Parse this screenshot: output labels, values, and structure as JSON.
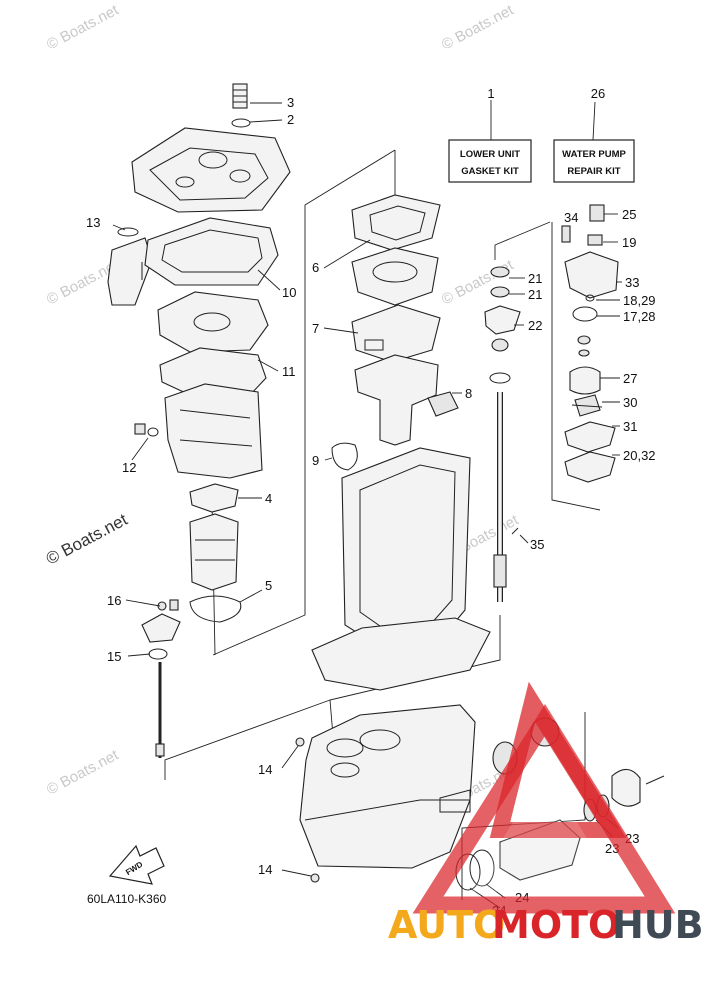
{
  "watermarks": {
    "site": "© Boats.net"
  },
  "kits": {
    "kit1_label_line1": "LOWER UNIT",
    "kit1_label_line2": "GASKET KIT",
    "kit2_label_line1": "WATER PUMP",
    "kit2_label_line2": "REPAIR KIT"
  },
  "callouts": {
    "c1": "1",
    "c2": "2",
    "c3": "3",
    "c4": "4",
    "c5": "5",
    "c6": "6",
    "c7": "7",
    "c8": "8",
    "c9": "9",
    "c10": "10",
    "c11": "11",
    "c12": "12",
    "c13": "13",
    "c14a": "14",
    "c14b": "14",
    "c15": "15",
    "c16": "16",
    "c17": "17,28",
    "c18": "18,29",
    "c19": "19",
    "c20": "20,32",
    "c21a": "21",
    "c21b": "21",
    "c22": "22",
    "c23a": "23",
    "c23b": "23",
    "c24a": "24",
    "c24b": "24",
    "c25": "25",
    "c26": "26",
    "c27": "27",
    "c30": "30",
    "c31": "31",
    "c33": "33",
    "c34": "34",
    "c35": "35"
  },
  "fwd_label": "FWD",
  "diagram_code": "60LA110-K360",
  "logo": {
    "part1": "AUTO",
    "part2": "MOTO",
    "part3": "HUB",
    "colors": {
      "auto": "#f4a81c",
      "moto": "#d9252a",
      "hub": "#3f4a55",
      "triangle": "#d9252a"
    }
  }
}
